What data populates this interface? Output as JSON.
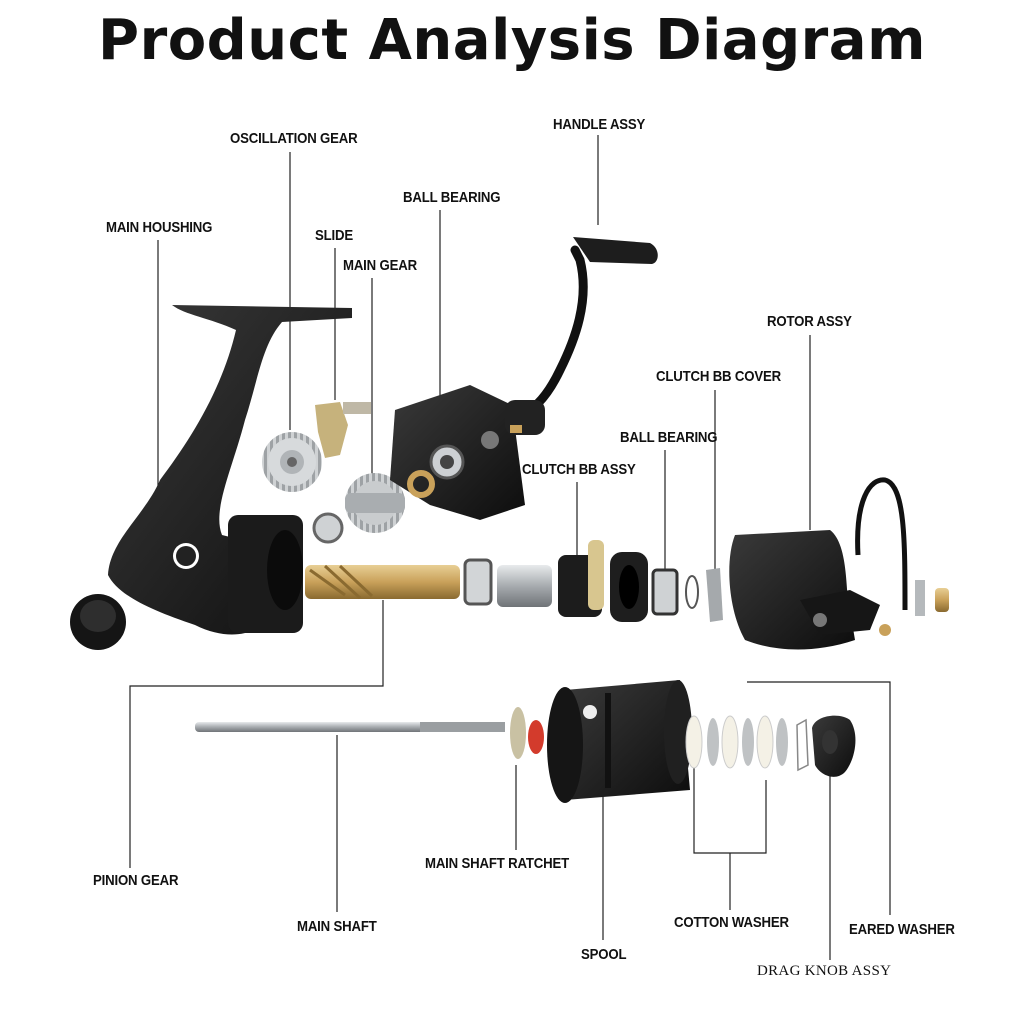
{
  "title": "Product Analysis Diagram",
  "labels": {
    "oscillation_gear": "OSCILLATION GEAR",
    "handle_assy": "HANDLE ASSY",
    "ball_bearing_top": "BALL BEARING",
    "main_housing": "MAIN HOUSHING",
    "slide": "SLIDE",
    "main_gear": "MAIN GEAR",
    "rotor_assy": "ROTOR ASSY",
    "clutch_bb_cover": "CLUTCH BB COVER",
    "ball_bearing_mid": "BALL BEARING",
    "clutch_bb_assy": "CLUTCH BB ASSY",
    "pinion_gear": "PINION GEAR",
    "main_shaft_ratchet": "MAIN SHAFT RATCHET",
    "main_shaft": "MAIN SHAFT",
    "cotton_washer": "COTTON WASHER",
    "eared_washer": "EARED WASHER",
    "spool": "SPOOL",
    "drag_knob_assy": "DRAG KNOB ASSY"
  },
  "colors": {
    "part_black": "#1a1a1a",
    "brass": "#c9a15a",
    "steel": "#b9bcbf",
    "leader_line": "#222222"
  }
}
